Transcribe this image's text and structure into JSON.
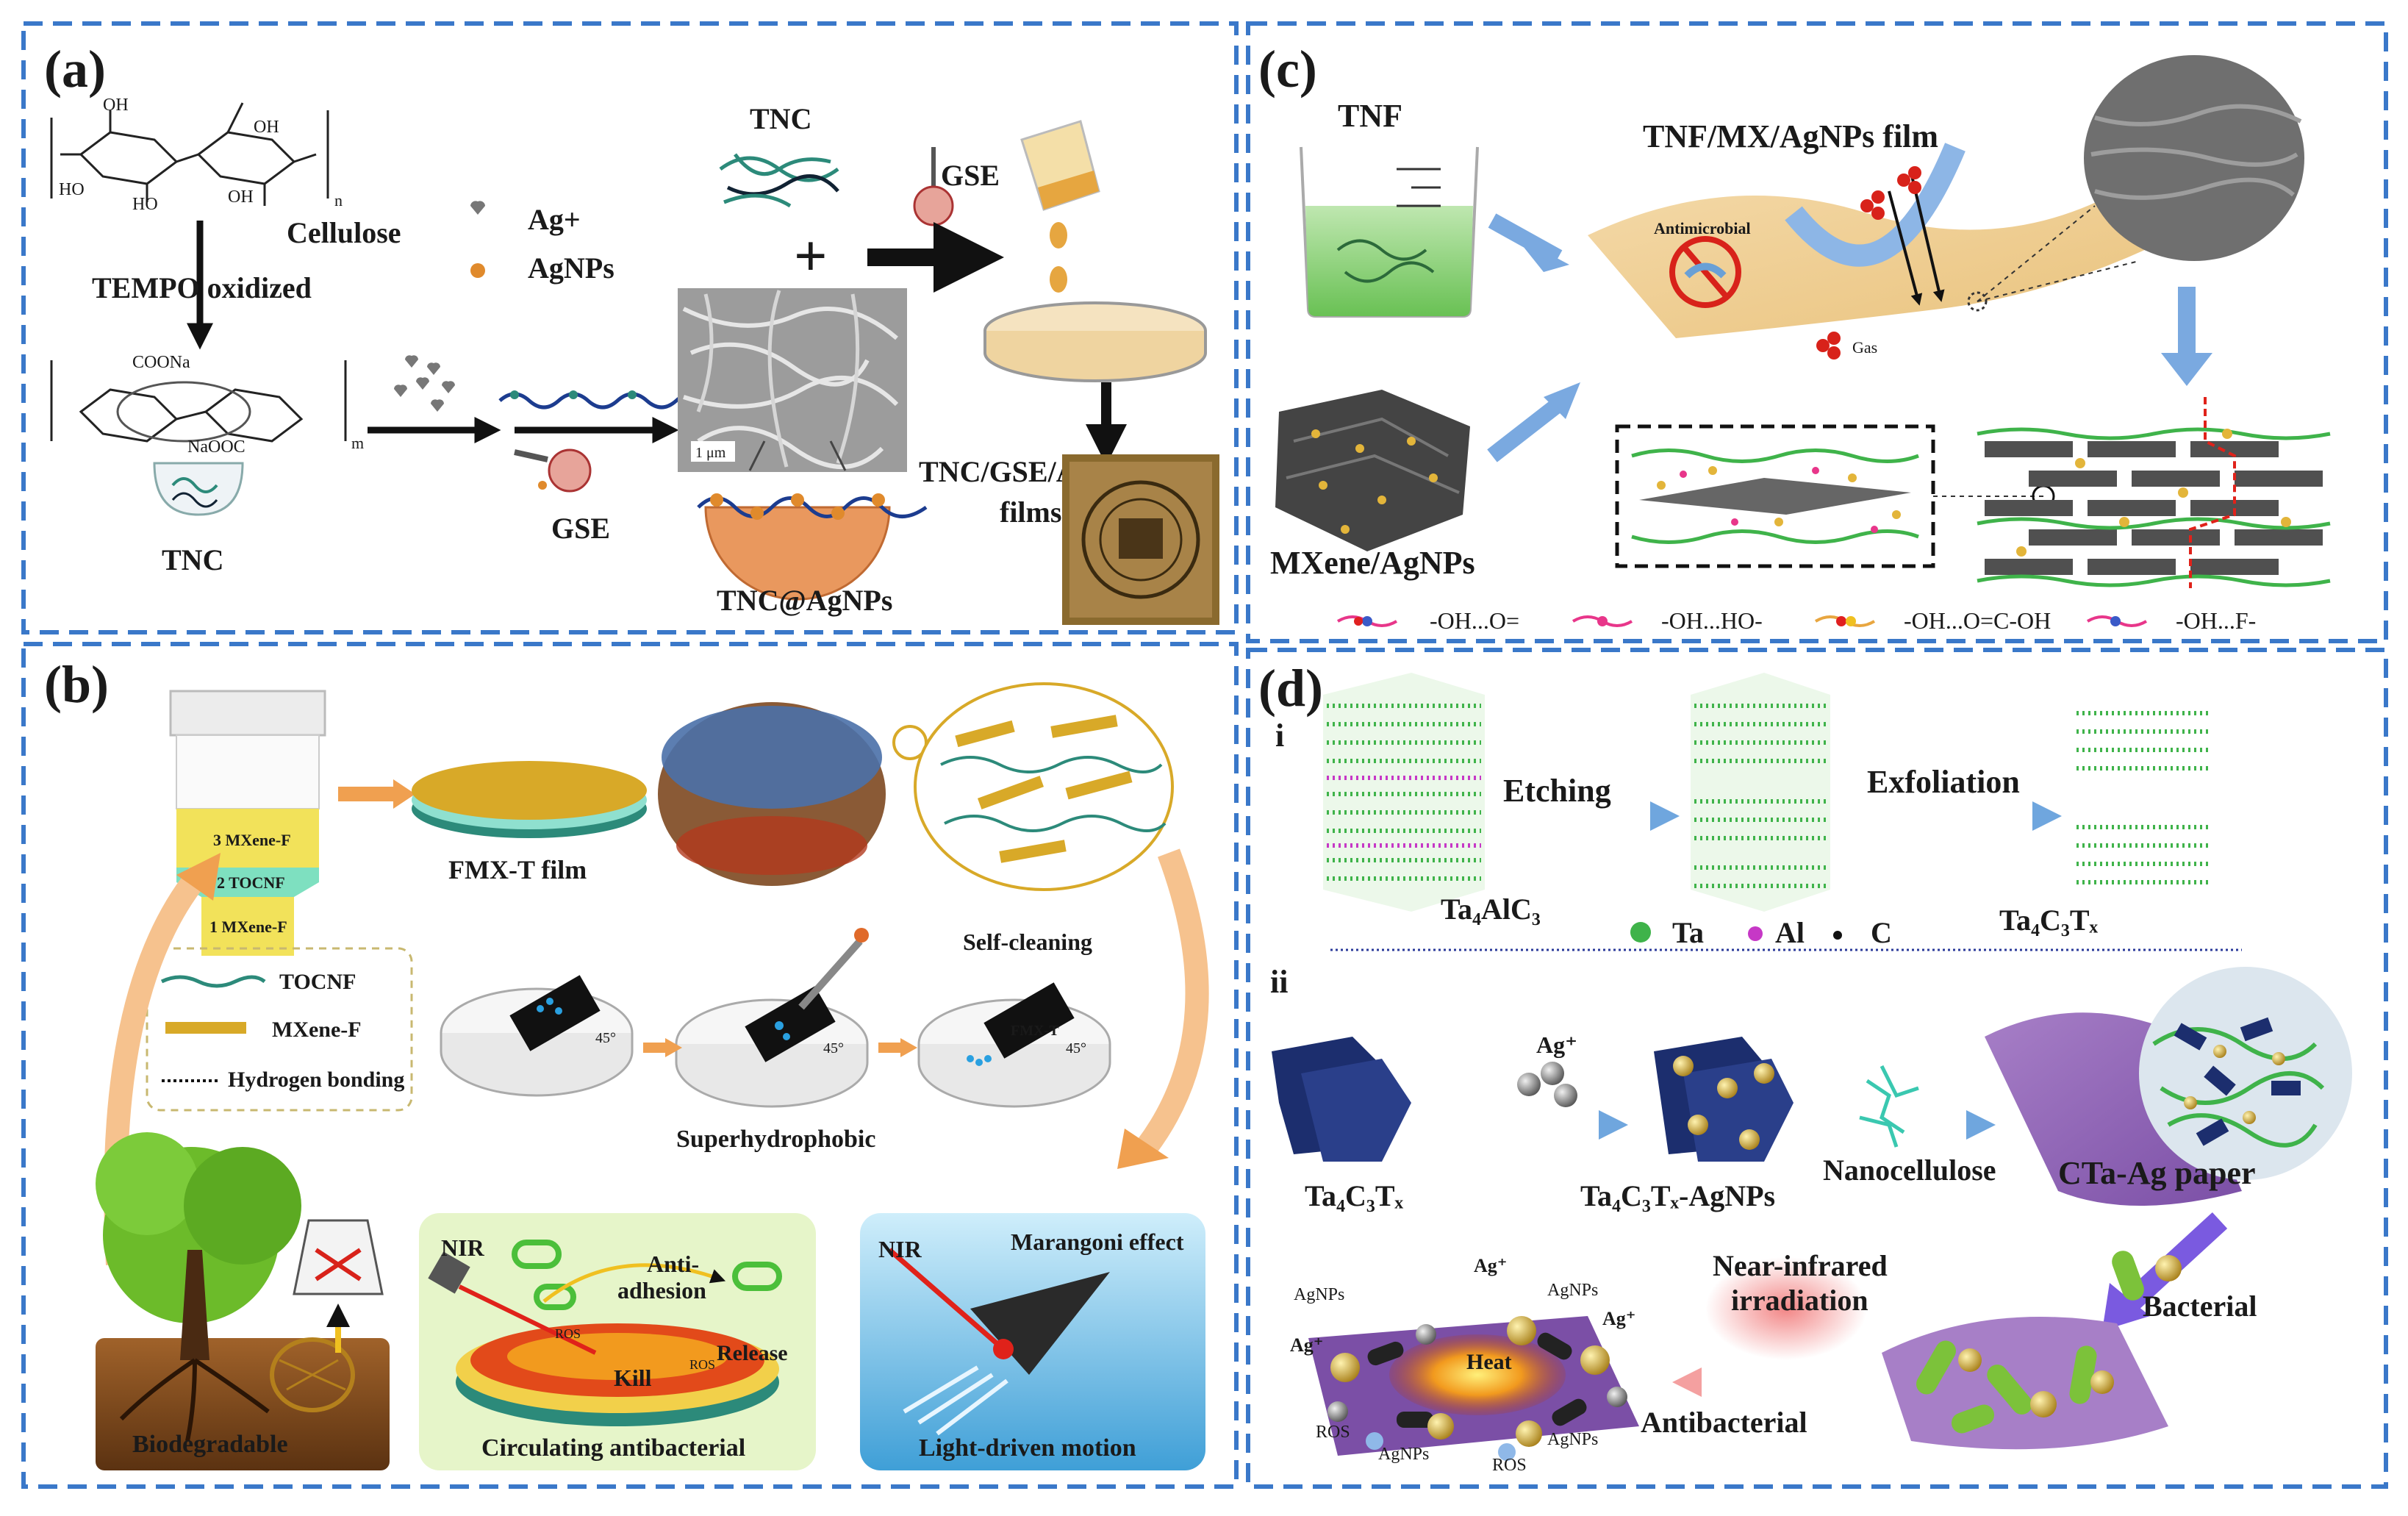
{
  "panels": {
    "a": {
      "letter": "(a)",
      "labels": {
        "cellulose": "Cellulose",
        "tempo": "TEMPO oxidized",
        "tnc_left": "TNC",
        "ag_ion": "Ag+",
        "agnps": "AgNPs",
        "tnc_top": "TNC",
        "gse_mid": "GSE",
        "gse_top": "GSE",
        "tnc_agnps": "TNC@AgNPs",
        "films_line1": "TNC/GSE/AgNPs",
        "films_line2": "films",
        "scale": "1 μm",
        "oh1": "OH",
        "oh2": "OH",
        "oh3": "OH",
        "ho1": "HO",
        "ho2": "HO",
        "coona": "COONa",
        "naooc": "NaOOC",
        "n": "n",
        "m": "m"
      }
    },
    "b": {
      "letter": "(b)",
      "labels": {
        "layer3": "3 MXene-F",
        "layer2": "2 TOCNF",
        "layer1": "1 MXene-F",
        "film": "FMX-T film",
        "legend_tocnf": "TOCNF",
        "legend_mxene": "MXene-F",
        "legend_hbond": "Hydrogen bonding",
        "self_cleaning": "Self-cleaning",
        "superhydrophobic": "Superhydrophobic",
        "angle": "45°",
        "fmx_t": "FMX-T",
        "biodegradable": "Biodegradable",
        "nir1": "NIR",
        "anti_adhesion_1": "Anti-",
        "anti_adhesion_2": "adhesion",
        "kill": "Kill",
        "release": "Release",
        "ros1": "ROS",
        "ros2": "ROS",
        "circulating": "Circulating antibacterial",
        "nir2": "NIR",
        "marangoni": "Marangoni effect",
        "light_driven": "Light-driven motion"
      }
    },
    "c": {
      "letter": "(c)",
      "labels": {
        "tnf": "TNF",
        "film_title": "TNF/MX/AgNPs film",
        "antimicrobial": "Antimicrobial",
        "gas": "Gas",
        "mxene_agnps": "MXene/AgNPs",
        "bond1": "-OH...O=",
        "bond2": "-OH...HO-",
        "bond3": "-OH...O=C-OH",
        "bond4": "-OH...F-"
      }
    },
    "d": {
      "letter": "(d)",
      "labels": {
        "i": "i",
        "ii": "ii",
        "etching": "Etching",
        "exfoliation": "Exfoliation",
        "ta4alc3": "Ta₄AlC₃",
        "ta4c3tx_i": "Ta₄C₃Tₓ",
        "legend_ta": "Ta",
        "legend_al": "Al",
        "legend_c": "C",
        "ta4c3tx_ii": "Ta₄C₃Tₓ",
        "ag_plus": "Ag⁺",
        "ta4c3tx_agnps": "Ta₄C₃Tₓ-AgNPs",
        "nanocellulose": "Nanocellulose",
        "cta_ag": "CTa-Ag paper",
        "nir_1": "Near-infrared",
        "nir_2": "irradiation",
        "bacterial": "Bacterial",
        "antibacterial": "Antibacterial",
        "heat": "Heat",
        "agnps_1": "AgNPs",
        "agnps_2": "AgNPs",
        "agnps_3": "AgNPs",
        "agnps_4": "AgNPs",
        "agplus_1": "Ag⁺",
        "agplus_2": "Ag⁺",
        "agplus_3": "Ag⁺",
        "ros_1": "ROS",
        "ros_2": "ROS"
      }
    }
  },
  "colors": {
    "frame": "#3a78c9",
    "arrow_blue": "#6fa6de",
    "arrow_orange": "#f0a050",
    "mxene_gold": "#d8a928",
    "fiber_teal": "#2c8a7a",
    "ta_green": "#3fb34a",
    "al_magenta": "#c638c6",
    "nir_red": "#e0221a"
  }
}
